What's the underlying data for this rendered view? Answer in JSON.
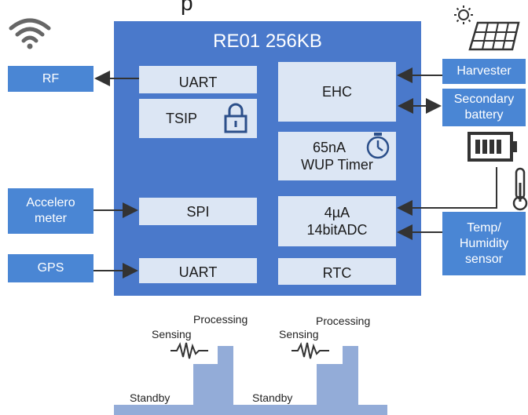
{
  "title_partial": "p",
  "chip": {
    "title": "RE01 256KB",
    "blocks": {
      "uart_rf": "UART",
      "tsip": "TSIP",
      "ehc": "EHC",
      "timer_line1": "65nA",
      "timer_line2": "WUP Timer",
      "spi": "SPI",
      "adc_line1": "4µA",
      "adc_line2": "14bitADC",
      "uart_gps": "UART",
      "rtc": "RTC"
    }
  },
  "external": {
    "rf": "RF",
    "accelerometer_line1": "Accelero",
    "accelerometer_line2": "meter",
    "gps": "GPS",
    "harvester": "Harvester",
    "battery_line1": "Secondary",
    "battery_line2": "battery",
    "sensor_line1": "Temp/",
    "sensor_line2": "Humidity",
    "sensor_line3": "sensor"
  },
  "timing": {
    "processing_1": "Processing",
    "sensing_1": "Sensing",
    "standby_1": "Standby",
    "processing_2": "Processing",
    "sensing_2": "Sensing",
    "standby_2": "Standby"
  },
  "colors": {
    "chip": "#4a79cb",
    "block": "#dce6f4",
    "external": "#4a86d4",
    "timing_bar": "#93acd8"
  },
  "icons": [
    "wifi-icon",
    "lock-icon",
    "stopwatch-icon",
    "solar-panel-icon",
    "battery-icon",
    "thermometer-icon",
    "waveform-icon"
  ]
}
